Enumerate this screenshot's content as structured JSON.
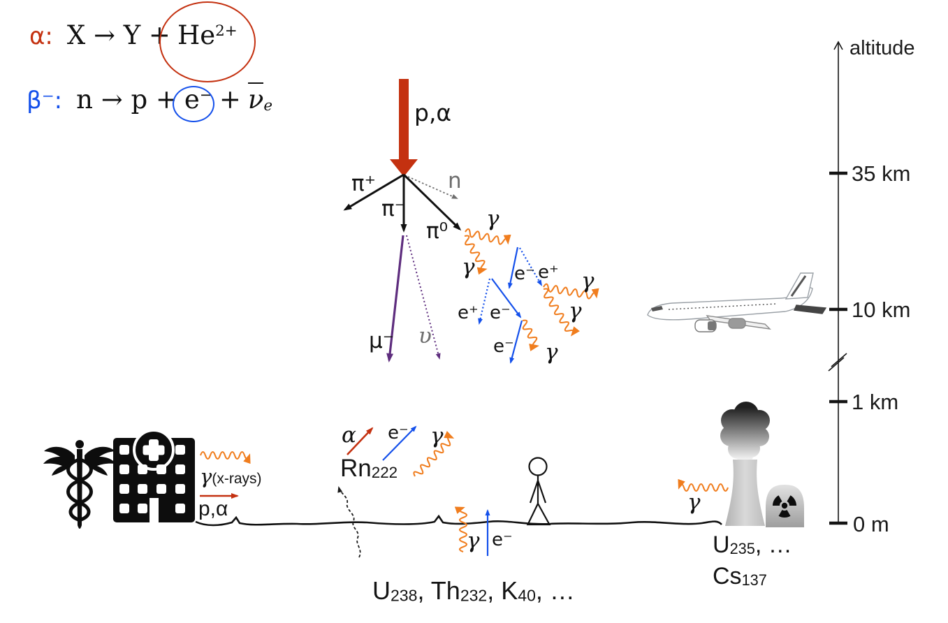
{
  "colors": {
    "alpha_red": "#c43110",
    "gamma_orange": "#f07d1e",
    "electron_blue": "#1450eb",
    "muon_purple": "#5e2d7e",
    "neutral_gray": "#6e6e6e",
    "ink_black": "#101010"
  },
  "equations": {
    "alpha": {
      "symbol": "α:",
      "body": "X → Y +",
      "species": "He",
      "charge": "2+"
    },
    "beta": {
      "symbol": "β⁻:",
      "body": "n → p +",
      "species": "e",
      "charge": "−",
      "plus": "+",
      "nu": "ν",
      "nu_sub": "e"
    }
  },
  "shower": {
    "primary_label": "p,α",
    "pi_plus": "π⁺",
    "pi_minus": "π⁻",
    "pi_zero": "π⁰",
    "neutron": "n",
    "muon": "μ⁻",
    "neutrino": "υ",
    "gamma": "γ",
    "electron": "e⁻",
    "positron": "e⁺"
  },
  "axis": {
    "title": "altitude",
    "ticks": [
      "35 km",
      "10 km",
      "1 km",
      "0 m"
    ]
  },
  "ground": {
    "hospital": {
      "gamma": "γ",
      "gamma_note": "(x-rays)",
      "beam": "p,α"
    },
    "radon": {
      "element": "Rn",
      "mass": "222",
      "alpha": "α",
      "electron": "e⁻",
      "gamma": "γ"
    },
    "soil": {
      "gamma": "γ",
      "electron": "e⁻",
      "isotopes": [
        {
          "element": "U",
          "mass": "238",
          "sep": ", "
        },
        {
          "element": "Th",
          "mass": "232",
          "sep": ", "
        },
        {
          "element": "K",
          "mass": "40",
          "sep": ", …"
        }
      ]
    },
    "plant": {
      "gamma": "γ",
      "line1": {
        "element": "U",
        "mass": "235",
        "rest": ", …"
      },
      "line2": {
        "element": "Cs",
        "mass": "137"
      }
    }
  },
  "icons": {
    "caduceus": "medical caduceus (staff, wings, twin snakes)",
    "hospital": "black building with cross emblem",
    "airplane": "airliner side-view line drawing",
    "nuclear_plant": "cooling tower with smoke plume",
    "radiation": "black trefoil on reactor dome",
    "person": "stick figure"
  }
}
